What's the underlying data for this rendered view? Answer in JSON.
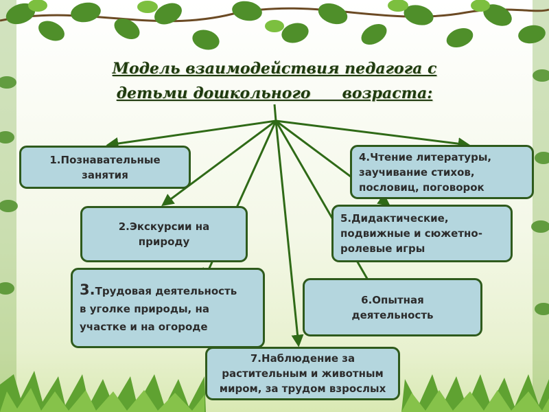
{
  "title": {
    "line1": "Модель взаимодействия педагога с",
    "line2": "детьми дошкольного      возраста:"
  },
  "nodes": [
    {
      "id": "b1",
      "lines": [
        "1.Познавательные",
        "занятия"
      ]
    },
    {
      "id": "b2",
      "lines": [
        "2.Экскурсии на",
        "природу"
      ]
    },
    {
      "id": "b3",
      "lead": "3.",
      "lines": [
        "Трудовая деятельность",
        "в уголке природы, на",
        "участке и на огороде"
      ]
    },
    {
      "id": "b4",
      "lines": [
        "4.Чтение литературы,",
        "заучивание стихов,",
        "пословиц, поговорок"
      ]
    },
    {
      "id": "b5",
      "lines": [
        "5.Дидактические,",
        "подвижные и сюжетно-",
        "ролевые игры"
      ]
    },
    {
      "id": "b6",
      "lines": [
        "6.Опытная",
        "деятельность"
      ]
    },
    {
      "id": "b7",
      "lines": [
        "7.Наблюдение за",
        "растительным и животным",
        "миром, за трудом взрослых"
      ]
    }
  ],
  "colors": {
    "arrow": "#2f6a17",
    "box_fill": "#b4d6de",
    "box_border": "#2e5a1c",
    "title": "#1f3a0f"
  }
}
